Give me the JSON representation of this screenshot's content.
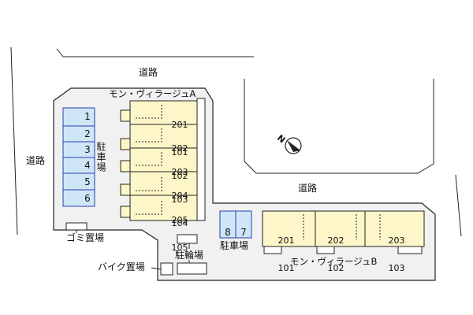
{
  "roads": {
    "north": "道路",
    "west": "道路",
    "east": "道路"
  },
  "building_a": {
    "name": "モン・ヴィラージュA",
    "units": [
      {
        "upper": "201",
        "lower": "101"
      },
      {
        "upper": "202",
        "lower": "102"
      },
      {
        "upper": "203",
        "lower": "103"
      },
      {
        "upper": "204",
        "lower": "104"
      },
      {
        "upper": "205",
        "lower": "105"
      }
    ]
  },
  "building_b": {
    "name": "モン・ヴィラージュB",
    "units": [
      {
        "upper": "201",
        "lower": "101"
      },
      {
        "upper": "202",
        "lower": "102"
      },
      {
        "upper": "203",
        "lower": "103"
      }
    ]
  },
  "parking_west": {
    "label": "駐車場",
    "slots": [
      "1",
      "2",
      "3",
      "4",
      "5",
      "6"
    ]
  },
  "parking_east": {
    "label": "駐車場",
    "slots": [
      "8",
      "7"
    ]
  },
  "facilities": {
    "garbage": "ゴミ置場",
    "bicycle": "駐輪場",
    "motorbike": "バイク置場"
  },
  "compass": {
    "symbol": "N",
    "icon": "north-arrow-icon"
  },
  "colors": {
    "building_fill": "#fdf6c8",
    "parking_fill": "#cfe6f7",
    "parking_stroke": "#2a3fb0",
    "site_fill": "#f1f1f1",
    "line": "#222222"
  }
}
